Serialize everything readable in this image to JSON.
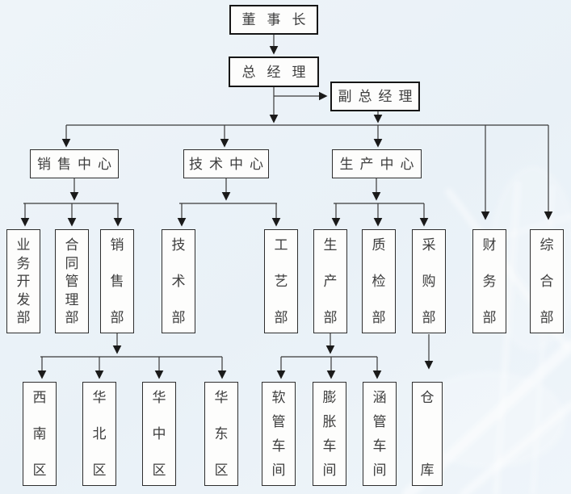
{
  "diagram": {
    "type": "org-chart",
    "nodes": {
      "chairman": {
        "label": "董事长"
      },
      "gm": {
        "label": "总经理"
      },
      "deputy_gm": {
        "label": "副总经理"
      },
      "sales_center": {
        "label": "销售中心"
      },
      "tech_center": {
        "label": "技术中心"
      },
      "production_center": {
        "label": "生产中心"
      },
      "biz_dev": {
        "label": "业务开发部"
      },
      "contract_mgmt": {
        "label": "合同管理部"
      },
      "sales_dept": {
        "label": "销售部"
      },
      "tech_dept": {
        "label": "技术部"
      },
      "process_dept": {
        "label": "工艺部"
      },
      "production_dept": {
        "label": "生产部"
      },
      "qc_dept": {
        "label": "质检部"
      },
      "purchasing_dept": {
        "label": "采购部"
      },
      "finance_dept": {
        "label": "财务部"
      },
      "general_dept": {
        "label": "综合部"
      },
      "southwest_region": {
        "label": "西南区"
      },
      "north_china_region": {
        "label": "华北区"
      },
      "central_china_region": {
        "label": "华中区"
      },
      "east_china_region": {
        "label": "华东区"
      },
      "hose_workshop": {
        "label": "软管车间"
      },
      "expansion_workshop": {
        "label": "膨胀车间"
      },
      "culvert_workshop": {
        "label": "涵管车间"
      },
      "warehouse": {
        "label": "仓库"
      }
    },
    "edges": [
      [
        "chairman",
        "gm"
      ],
      [
        "gm",
        "deputy_gm"
      ],
      [
        "gm",
        "sales_center"
      ],
      [
        "gm",
        "tech_center"
      ],
      [
        "deputy_gm",
        "production_center"
      ],
      [
        "gm",
        "finance_dept"
      ],
      [
        "gm",
        "general_dept"
      ],
      [
        "sales_center",
        "biz_dev"
      ],
      [
        "sales_center",
        "contract_mgmt"
      ],
      [
        "sales_center",
        "sales_dept"
      ],
      [
        "tech_center",
        "tech_dept"
      ],
      [
        "tech_center",
        "process_dept"
      ],
      [
        "production_center",
        "production_dept"
      ],
      [
        "production_center",
        "qc_dept"
      ],
      [
        "production_center",
        "purchasing_dept"
      ],
      [
        "sales_dept",
        "southwest_region"
      ],
      [
        "sales_dept",
        "north_china_region"
      ],
      [
        "sales_dept",
        "central_china_region"
      ],
      [
        "sales_dept",
        "east_china_region"
      ],
      [
        "production_dept",
        "hose_workshop"
      ],
      [
        "production_dept",
        "expansion_workshop"
      ],
      [
        "production_dept",
        "culvert_workshop"
      ],
      [
        "purchasing_dept",
        "warehouse"
      ]
    ],
    "colors": {
      "background": "#edf3f8",
      "box_fill": "#fdfdfc",
      "box_border": "#2e2e2e",
      "connector": "#3a3a3a",
      "text": "#3d3d3d"
    }
  }
}
